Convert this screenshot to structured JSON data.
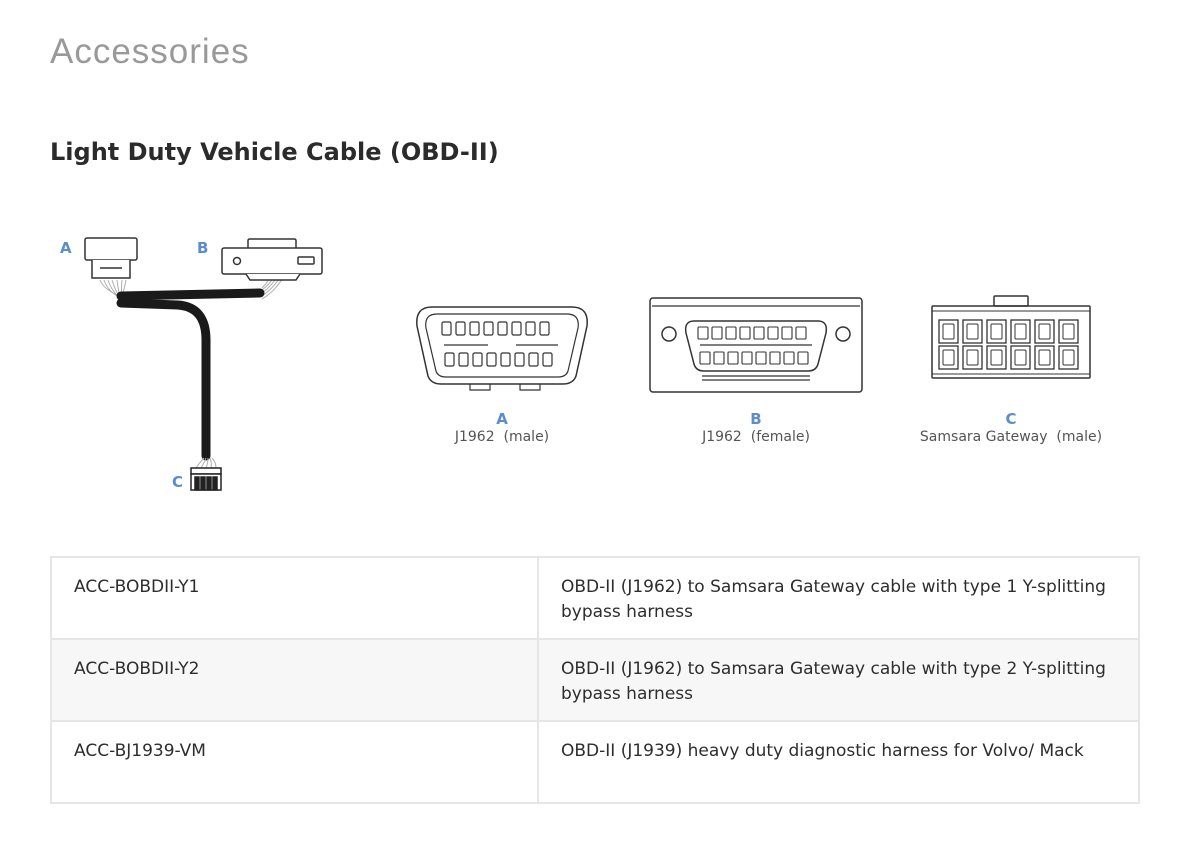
{
  "page": {
    "heading": "Accessories"
  },
  "section": {
    "title": "Light Duty Vehicle Cable (OBD-II)"
  },
  "figure": {
    "callouts": {
      "a": "A",
      "b": "B",
      "c": "C"
    },
    "connectors": [
      {
        "letter": "A",
        "description": "J1962  (male)"
      },
      {
        "letter": "B",
        "description": "J1962  (female)"
      },
      {
        "letter": "C",
        "description": "Samsara Gateway  (male)"
      }
    ]
  },
  "table": {
    "rows": [
      {
        "sku": "ACC-BOBDII-Y1",
        "description": "OBD-II (J1962) to Samsara Gateway cable with type 1 Y-splitting bypass harness"
      },
      {
        "sku": "ACC-BOBDII-Y2",
        "description": "OBD-II (J1962) to Samsara Gateway cable with type 2 Y-splitting bypass harness"
      },
      {
        "sku": "ACC-BJ1939-VM",
        "description": "OBD-II (J1939) heavy duty diagnostic harness for Volvo/ Mack"
      }
    ]
  },
  "colors": {
    "accent": "#5b8ccc",
    "heading": "#999999",
    "border": "#e6e6e6",
    "cable": "#1a1a1a"
  }
}
